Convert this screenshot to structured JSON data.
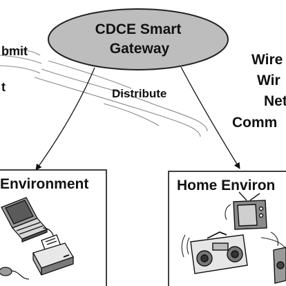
{
  "gateway": {
    "line1": "CDCE Smart",
    "line2": "Gateway",
    "fill": "#bdbdbd"
  },
  "left_labels": {
    "submit": "bmit",
    "second": "t"
  },
  "edge_label": "Distribute",
  "right_text": [
    "Wire",
    "Wir",
    "Net",
    "Comm"
  ],
  "boxes": {
    "left_title": "Environment",
    "right_title": "Home Environ"
  },
  "icons": {
    "laptop": "laptop-icon",
    "printer": "printer-icon",
    "mouse": "mouse-icon",
    "tv": "television-icon",
    "stereo": "boombox-icon",
    "speaker": "speaker-icon"
  }
}
